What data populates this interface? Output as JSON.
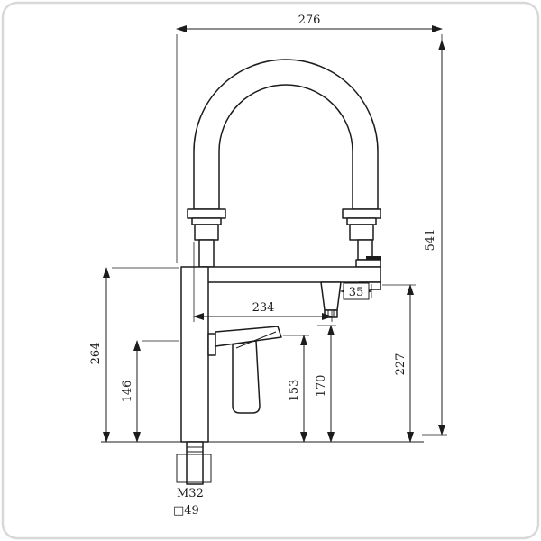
{
  "page": {
    "background": "#ffffff",
    "line_color": "#1c1c1c"
  },
  "drawing": {
    "dimensions": {
      "top_width": "276",
      "overall_height": "541",
      "body_height": "264",
      "handle_base_height": "146",
      "handle_height": "153",
      "outlet_height": "170",
      "deck_to_spout": "227",
      "spout_reach": "234",
      "outlet_offset": "35",
      "thread": "M32",
      "base_square": "□49"
    }
  }
}
